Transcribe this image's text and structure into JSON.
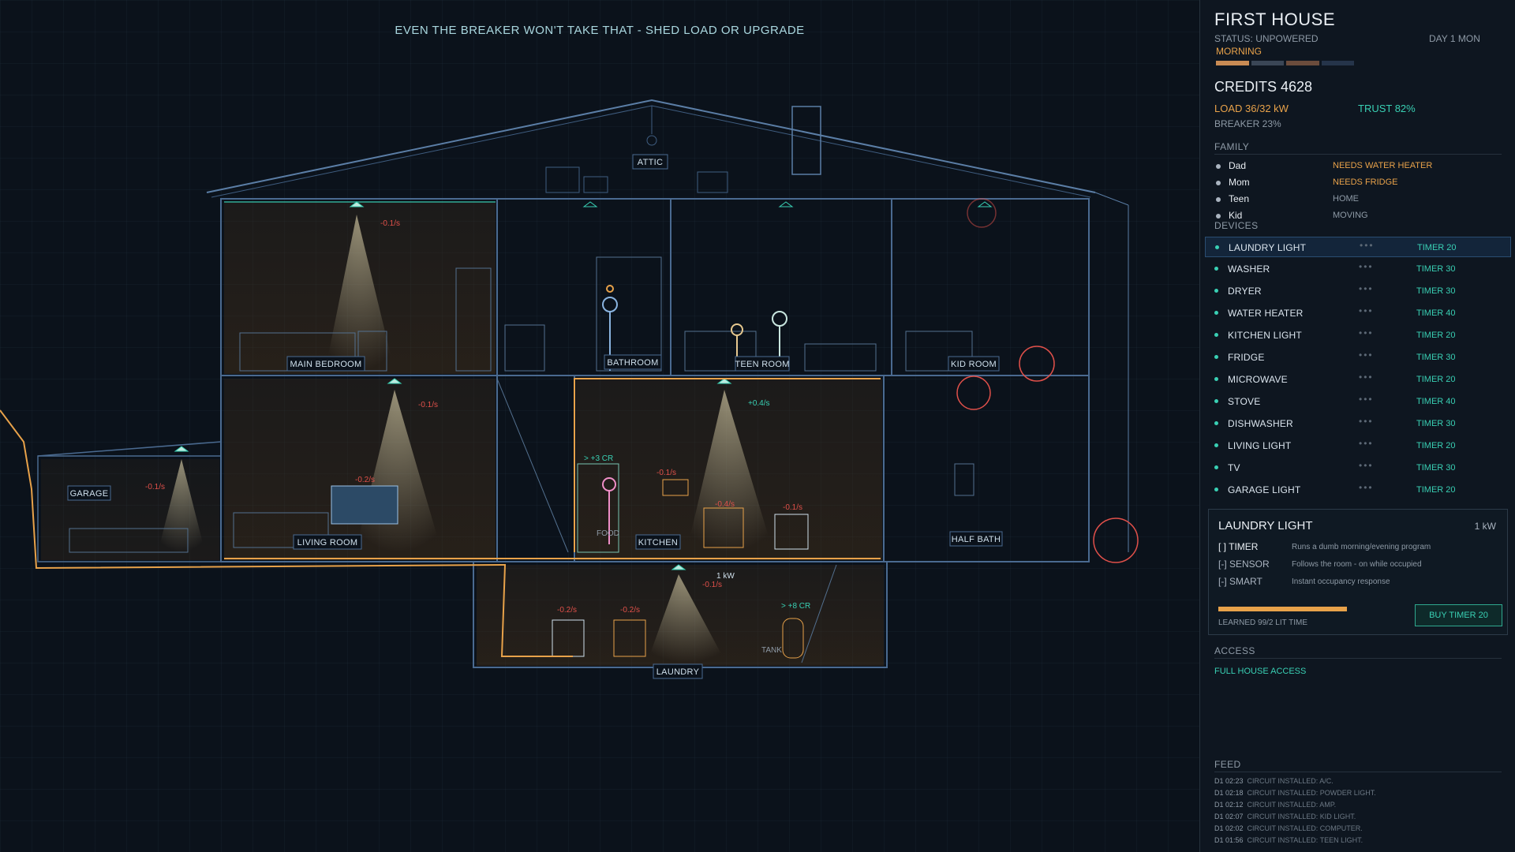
{
  "banner": "EVEN THE BREAKER WON'T TAKE THAT - SHED LOAD OR UPGRADE",
  "house": {
    "rooms": [
      "ATTIC",
      "MAIN BEDROOM",
      "BATHROOM",
      "TEEN ROOM",
      "KID ROOM",
      "LIVING ROOM",
      "KITCHEN",
      "HALF BATH",
      "GARAGE",
      "LAUNDRY"
    ],
    "rates": [
      "-0.1/s",
      "-0.1/s",
      "+0.4/s",
      "-0.1/s",
      "-0.2/s",
      "-0.1/s",
      "-0.4/s",
      "-0.1/s",
      "-0.2/s",
      "-0.2/s",
      "-0.1/s"
    ],
    "credit_popups": [
      "> +3 CR",
      "> +8 CR"
    ],
    "kw_label": "1 kW",
    "tank_label": "TANK",
    "food_label": "FOOD"
  },
  "panel": {
    "title": "FIRST HOUSE",
    "status": "STATUS: UNPOWERED",
    "day": "DAY 1 MON",
    "period": "MORNING",
    "credits": "CREDITS  4628",
    "load": "LOAD  36/32 kW",
    "trust": "TRUST  82%",
    "breaker": "BREAKER  23%",
    "family_heading": "FAMILY",
    "family": [
      {
        "name": "Dad",
        "status": "NEEDS WATER HEATER",
        "color": "#e8a24a"
      },
      {
        "name": "Mom",
        "status": "NEEDS FRIDGE",
        "color": "#e8a24a"
      },
      {
        "name": "Teen",
        "status": "HOME",
        "color": "#8e9aa6"
      },
      {
        "name": "Kid",
        "status": "MOVING",
        "color": "#8e9aa6"
      }
    ],
    "devices_heading": "DEVICES",
    "devices": [
      {
        "name": "LAUNDRY LIGHT",
        "timer": "TIMER 20"
      },
      {
        "name": "WASHER",
        "timer": "TIMER 30"
      },
      {
        "name": "DRYER",
        "timer": "TIMER 30"
      },
      {
        "name": "WATER HEATER",
        "timer": "TIMER 40"
      },
      {
        "name": "KITCHEN LIGHT",
        "timer": "TIMER 20"
      },
      {
        "name": "FRIDGE",
        "timer": "TIMER 30"
      },
      {
        "name": "MICROWAVE",
        "timer": "TIMER 20"
      },
      {
        "name": "STOVE",
        "timer": "TIMER 40"
      },
      {
        "name": "DISHWASHER",
        "timer": "TIMER 30"
      },
      {
        "name": "LIVING LIGHT",
        "timer": "TIMER 20"
      },
      {
        "name": "TV",
        "timer": "TIMER 30"
      },
      {
        "name": "GARAGE LIGHT",
        "timer": "TIMER 20"
      }
    ],
    "dots": "•••",
    "selected": {
      "name": "LAUNDRY LIGHT",
      "kw": "1 kW",
      "options": [
        {
          "label": "[ ] TIMER",
          "desc": "Runs a dumb morning/evening program"
        },
        {
          "label": "[-] SENSOR",
          "desc": "Follows the room - on while occupied"
        },
        {
          "label": "[-] SMART",
          "desc": "Instant occupancy response"
        }
      ],
      "learned": "LEARNED 99/2 LIT TIME",
      "learned_fraction": 0.8,
      "buy": "BUY TIMER 20"
    },
    "access_heading": "ACCESS",
    "access": "FULL HOUSE ACCESS",
    "feed_heading": "FEED",
    "feed": [
      {
        "t": "D1 02:23",
        "msg": "CIRCUIT INSTALLED: A/C."
      },
      {
        "t": "D1 02:18",
        "msg": "CIRCUIT INSTALLED: POWDER LIGHT."
      },
      {
        "t": "D1 02:12",
        "msg": "CIRCUIT INSTALLED: AMP."
      },
      {
        "t": "D1 02:07",
        "msg": "CIRCUIT INSTALLED: KID LIGHT."
      },
      {
        "t": "D1 02:02",
        "msg": "CIRCUIT INSTALLED: COMPUTER."
      },
      {
        "t": "D1 01:56",
        "msg": "CIRCUIT INSTALLED: TEEN LIGHT."
      }
    ],
    "colors": {
      "accent": "#39d0b4",
      "warn": "#e8a24a",
      "alert": "#e0504a"
    }
  }
}
